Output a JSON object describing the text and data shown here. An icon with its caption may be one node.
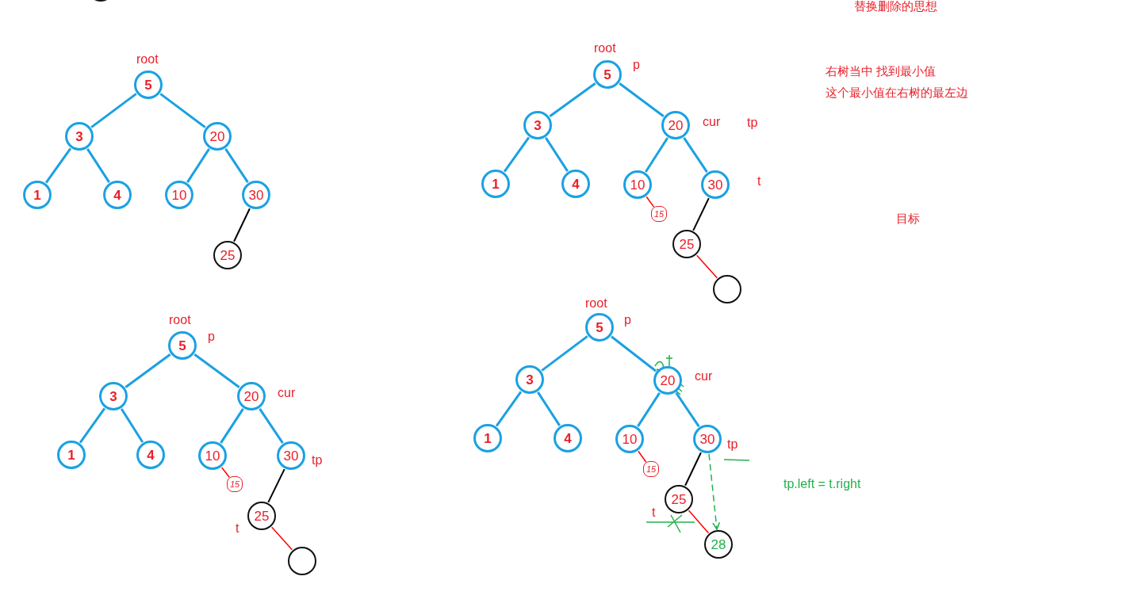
{
  "diagram": {
    "title": "替换删除的思想",
    "nodes": [
      {
        "text": [],
        "shape": "circle"
      },
      {
        "text": [
          "5"
        ],
        "beside": [
          "root"
        ]
      },
      {
        "text": [
          "3"
        ]
      },
      {
        "text": [
          "20"
        ]
      },
      {
        "text": [
          "1"
        ]
      },
      {
        "text": [
          "4"
        ]
      },
      {
        "text": [
          "10"
        ]
      },
      {
        "text": [
          "30"
        ]
      },
      {
        "text": [
          "25"
        ]
      },
      {
        "text": [
          "5"
        ],
        "beside": [
          "root",
          "p"
        ]
      },
      {
        "text": [
          "3"
        ]
      },
      {
        "text": [
          "20"
        ],
        "beside": [
          "cur",
          "tp"
        ]
      },
      {
        "text": [
          "1"
        ]
      },
      {
        "text": [
          "4"
        ]
      },
      {
        "text": [
          "10"
        ]
      },
      {
        "text": [
          "30"
        ],
        "beside": [
          "t"
        ]
      },
      {
        "text": [
          "15"
        ]
      },
      {
        "text": [
          "25"
        ]
      },
      {
        "text": [],
        "shape": "circle"
      },
      {
        "text": [
          "5"
        ],
        "beside": [
          "root",
          "p"
        ]
      },
      {
        "text": [
          "3"
        ]
      },
      {
        "text": [
          "20"
        ],
        "beside": [
          "cur"
        ]
      },
      {
        "text": [
          "1"
        ]
      },
      {
        "text": [
          "4"
        ]
      },
      {
        "text": [
          "10"
        ]
      },
      {
        "text": [
          "30"
        ],
        "beside": [
          "tp"
        ]
      },
      {
        "text": [
          "15"
        ]
      },
      {
        "text": [
          "25"
        ],
        "beside": [
          "t"
        ]
      },
      {
        "text": [],
        "shape": "circle"
      },
      {
        "text": [
          "5"
        ],
        "beside": [
          "root",
          "p"
        ]
      },
      {
        "text": [
          "3"
        ]
      },
      {
        "text": [
          "20"
        ],
        "beside": [
          "cur"
        ]
      },
      {
        "text": [
          "1"
        ]
      },
      {
        "text": [
          "4"
        ]
      },
      {
        "text": [
          "10"
        ]
      },
      {
        "text": [
          "30"
        ],
        "beside": [
          "tp"
        ]
      },
      {
        "text": [
          "15"
        ]
      },
      {
        "text": [
          "25"
        ],
        "beside": [
          "t"
        ]
      },
      {
        "text": [
          "28"
        ]
      }
    ],
    "edges": [
      {
        "from": 1,
        "to": 2,
        "arrow": "none"
      },
      {
        "from": 1,
        "to": 3,
        "arrow": "none"
      },
      {
        "from": 2,
        "to": 4,
        "arrow": "none"
      },
      {
        "from": 2,
        "to": 5,
        "arrow": "none"
      },
      {
        "from": 3,
        "to": 6,
        "arrow": "none"
      },
      {
        "from": 3,
        "to": 7,
        "arrow": "none"
      },
      {
        "from": 7,
        "to": 8,
        "arrow": "none",
        "color": "#000000"
      },
      {
        "from": 9,
        "to": 10,
        "arrow": "none"
      },
      {
        "from": 9,
        "to": 11,
        "arrow": "none"
      },
      {
        "from": 10,
        "to": 12,
        "arrow": "none"
      },
      {
        "from": 10,
        "to": 13,
        "arrow": "none"
      },
      {
        "from": 11,
        "to": 14,
        "arrow": "none"
      },
      {
        "from": 11,
        "to": 15,
        "arrow": "none"
      },
      {
        "from": 14,
        "to": 16,
        "arrow": "none",
        "color": "#ff0000"
      },
      {
        "from": 15,
        "to": 17,
        "arrow": "none",
        "color": "#000000"
      },
      {
        "from": 17,
        "to": 18,
        "arrow": "none",
        "color": "#ff0000"
      },
      {
        "from": 19,
        "to": 20,
        "arrow": "none"
      },
      {
        "from": 19,
        "to": 21,
        "arrow": "none"
      },
      {
        "from": 20,
        "to": 22,
        "arrow": "none"
      },
      {
        "from": 20,
        "to": 23,
        "arrow": "none"
      },
      {
        "from": 21,
        "to": 24,
        "arrow": "none"
      },
      {
        "from": 21,
        "to": 25,
        "arrow": "none"
      },
      {
        "from": 24,
        "to": 26,
        "arrow": "none",
        "color": "#ff0000"
      },
      {
        "from": 25,
        "to": 27,
        "arrow": "none",
        "color": "#000000"
      },
      {
        "from": 27,
        "to": 28,
        "arrow": "none",
        "color": "#ff0000"
      },
      {
        "from": 29,
        "to": 30,
        "arrow": "none"
      },
      {
        "from": 29,
        "to": 31,
        "arrow": "none"
      },
      {
        "from": 30,
        "to": 32,
        "arrow": "none"
      },
      {
        "from": 30,
        "to": 33,
        "arrow": "none"
      },
      {
        "from": 31,
        "to": 34,
        "arrow": "none"
      },
      {
        "from": 31,
        "to": 35,
        "arrow": "none"
      },
      {
        "from": 34,
        "to": 36,
        "arrow": "none",
        "color": "#ff0000"
      },
      {
        "from": 35,
        "to": 37,
        "arrow": "none",
        "color": "#000000"
      },
      {
        "from": 37,
        "to": 38,
        "arrow": "none",
        "color": "#ff0000"
      },
      {
        "from": 35,
        "to": 38,
        "arrow": "to",
        "style": "dashed",
        "color": "#22b14c"
      }
    ],
    "labels": [
      "右树当中 找到最小值",
      "这个最小值在右树的最左边",
      "目标",
      "tp.left = t.right"
    ]
  }
}
